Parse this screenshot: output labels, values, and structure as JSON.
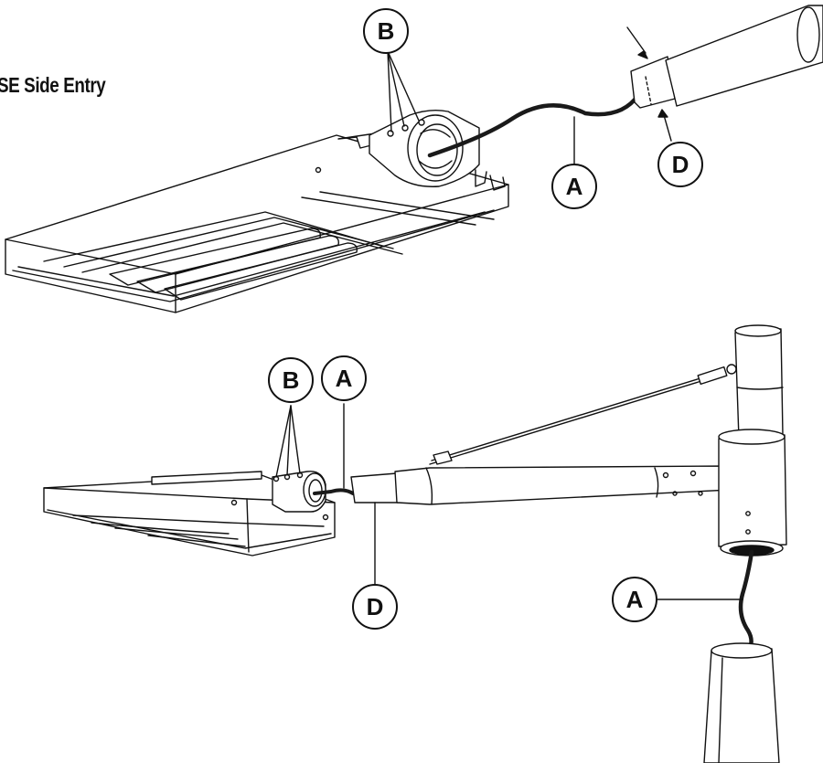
{
  "title": "SE Side Entry",
  "callouts": {
    "a": "A",
    "b": "B",
    "d": "D"
  },
  "colors": {
    "line": "#111111",
    "cable": "#1a1a1a",
    "background": "#ffffff"
  }
}
